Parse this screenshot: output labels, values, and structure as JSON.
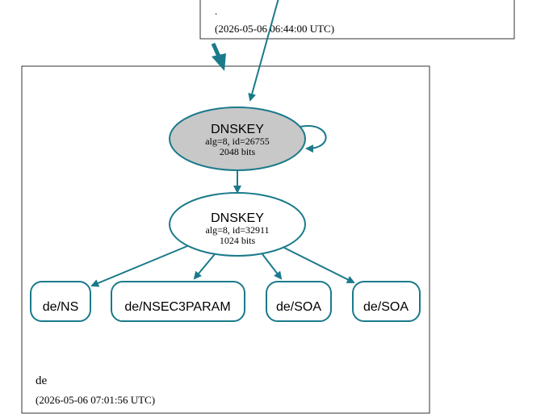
{
  "colors": {
    "edge": "#1a7a8a",
    "ksk_fill": "#c8c8c8",
    "node_stroke": "#1a7a8a",
    "cluster_stroke": "#333333",
    "text": "#000000"
  },
  "parent_zone": {
    "name": ".",
    "timestamp": "(2026-05-06 06:44:00 UTC)"
  },
  "zone": {
    "name": "de",
    "timestamp": "(2026-05-06 07:01:56 UTC)"
  },
  "keys": [
    {
      "title": "DNSKEY",
      "detail": "alg=8, id=26755",
      "bits": "2048 bits"
    },
    {
      "title": "DNSKEY",
      "detail": "alg=8, id=32911",
      "bits": "1024 bits"
    }
  ],
  "records": [
    {
      "label": "de/NS"
    },
    {
      "label": "de/NSEC3PARAM"
    },
    {
      "label": "de/SOA"
    },
    {
      "label": "de/SOA"
    }
  ]
}
